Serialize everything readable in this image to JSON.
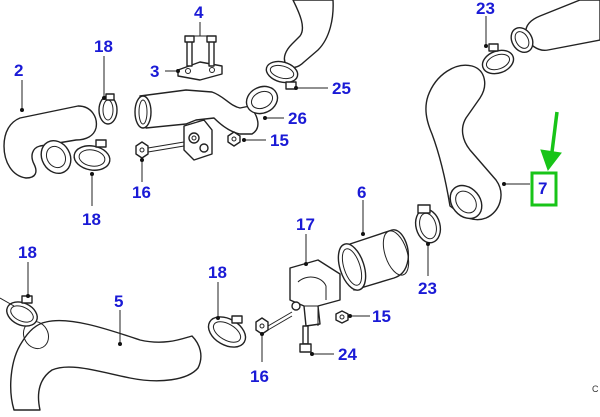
{
  "diagram": {
    "callouts": {
      "c2": "2",
      "c3": "3",
      "c4": "4",
      "c5": "5",
      "c6": "6",
      "c7": "7",
      "c15a": "15",
      "c15b": "15",
      "c16a": "16",
      "c16b": "16",
      "c17": "17",
      "c18a": "18",
      "c18b": "18",
      "c18c": "18",
      "c18d": "18",
      "c23a": "23",
      "c23b": "23",
      "c24": "24",
      "c25": "25",
      "c26": "26"
    },
    "corner_mark": "C",
    "highlight": {
      "target_callout": "7",
      "color": "#18c418"
    },
    "label_color": "#1a1ad6"
  }
}
